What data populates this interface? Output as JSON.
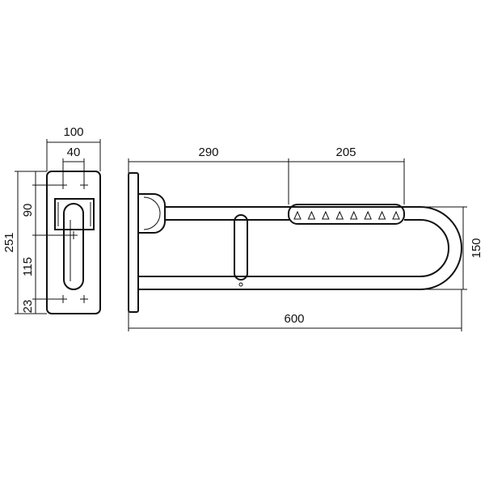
{
  "drawing": {
    "title": "",
    "dimensions": {
      "plate_width": "100",
      "hole_spacing_h": "40",
      "plate_height": "251",
      "upper_hole_offset": "90",
      "middle_spacing": "115",
      "lower_hole_offset": "23",
      "to_grip_start": "290",
      "grip_length": "205",
      "total_length": "600",
      "rail_height": "150"
    },
    "grip_ribs": 8,
    "line_color": "#111111"
  }
}
